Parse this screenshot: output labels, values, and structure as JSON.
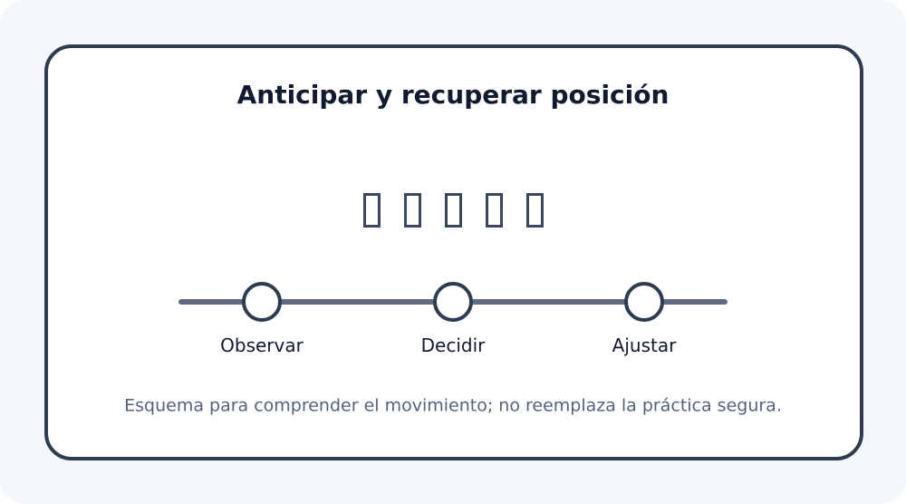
{
  "title": "Anticipar y recuperar posición",
  "icons": [
    {
      "name": "missing-glyph-icon"
    },
    {
      "name": "missing-glyph-icon"
    },
    {
      "name": "missing-glyph-icon"
    },
    {
      "name": "missing-glyph-icon"
    },
    {
      "name": "missing-glyph-icon"
    }
  ],
  "steps": [
    {
      "label": "Observar"
    },
    {
      "label": "Decidir"
    },
    {
      "label": "Ajustar"
    }
  ],
  "note": "Esquema para comprender el movimiento; no reemplaza la práctica segura.",
  "colors": {
    "background": "#f4f7fc",
    "card_border": "#2f3b4f",
    "line": "#5f6b83",
    "node_stroke": "#2f3b4f",
    "title": "#111a2e",
    "note": "#55637a"
  }
}
